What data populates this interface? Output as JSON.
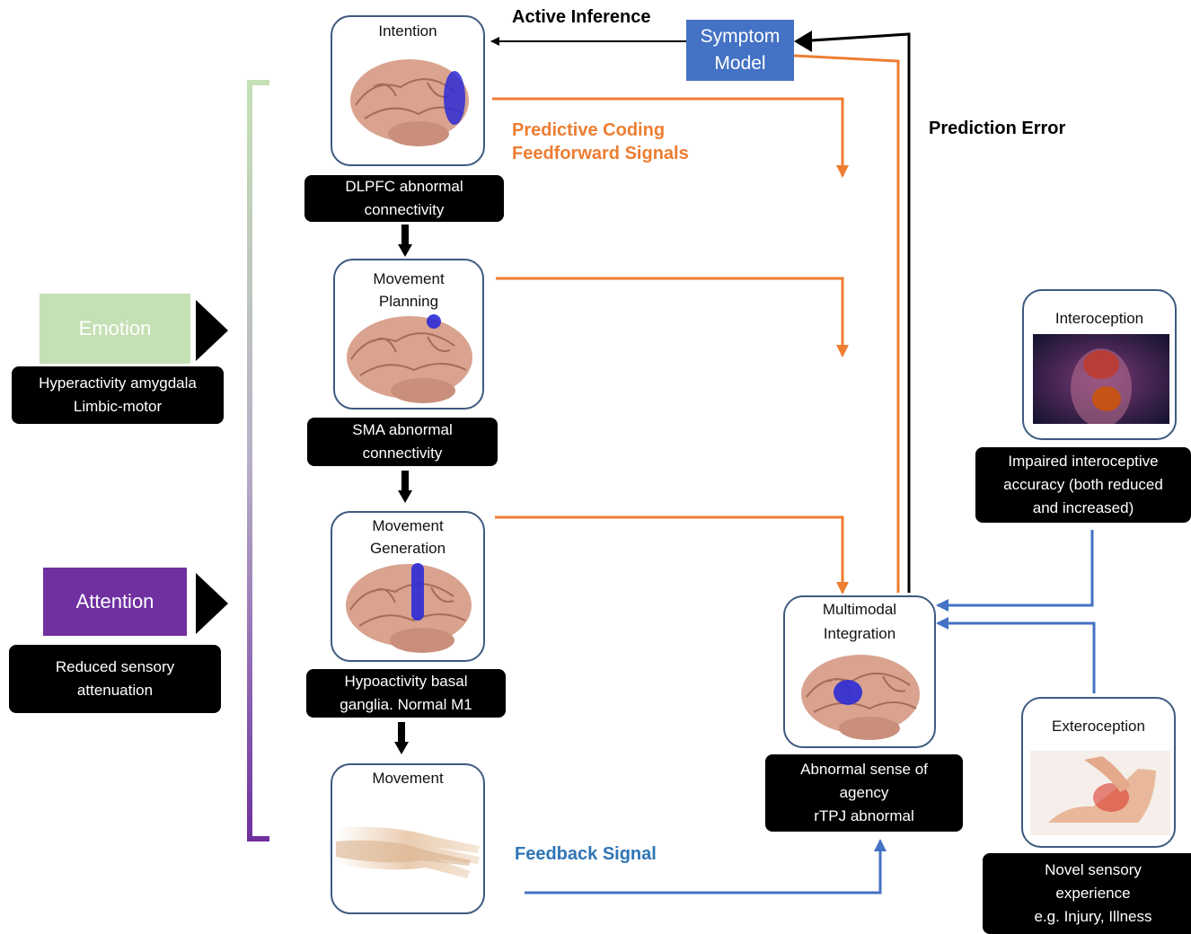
{
  "title_active_inference": "Active Inference",
  "title_prediction_error": "Prediction Error",
  "predictive_coding": [
    "Predictive Coding",
    "Feedforward Signals"
  ],
  "feedback_signal": "Feedback Signal",
  "symptom_model": [
    "Symptom",
    "Model"
  ],
  "stages": [
    {
      "title": [
        "Intention"
      ],
      "caption": [
        "DLPFC abnormal",
        "connectivity"
      ]
    },
    {
      "title": [
        "Movement",
        "Planning"
      ],
      "caption": [
        "SMA abnormal",
        "connectivity"
      ]
    },
    {
      "title": [
        "Movement",
        "Generation"
      ],
      "caption": [
        "Hypoactivity basal",
        "ganglia. Normal M1"
      ]
    },
    {
      "title": [
        "Movement"
      ]
    }
  ],
  "integration": {
    "title": [
      "Multimodal",
      "Integration"
    ],
    "caption": [
      "Abnormal sense of",
      "agency",
      "rTPJ abnormal"
    ]
  },
  "interoception": {
    "title": "Interoception",
    "caption": [
      "Impaired interoceptive",
      "accuracy (both reduced",
      "and increased)"
    ]
  },
  "exteroception": {
    "title": "Exteroception",
    "caption": [
      "Novel sensory",
      "experience",
      "e.g. Injury, Illness"
    ]
  },
  "emotion": {
    "label": "Emotion",
    "caption": [
      "Hyperactivity amygdala",
      "Limbic-motor"
    ]
  },
  "attention": {
    "label": "Attention",
    "caption": [
      "Reduced sensory",
      "attenuation"
    ]
  },
  "colors": {
    "orange": "#ed7d31",
    "blue": "#4472c4",
    "emotion": "#c5e0b4",
    "attention": "#7030a0",
    "symptom": "#4472c4"
  }
}
